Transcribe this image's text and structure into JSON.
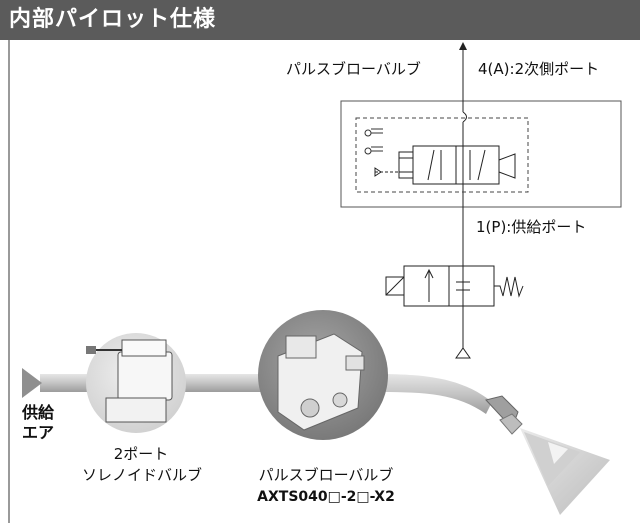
{
  "header": {
    "title": "内部パイロット仕様"
  },
  "schematic": {
    "valve_label": "パルスブローバルブ",
    "port4_label": "4(A):2次側ポート",
    "port1_label": "1(P):供給ポート"
  },
  "supply_air": {
    "line1": "供給",
    "line2": "エア"
  },
  "two_port_valve": {
    "line1": "2ポート",
    "line2": "ソレノイドバルブ"
  },
  "pulse_blow_valve": {
    "line1": "パルスブローバルブ",
    "model": "AXTS040□-2□-X2"
  },
  "icons": [
    "arrow-up-icon",
    "air-supply-triangle-icon",
    "spring-icon",
    "solenoid-icon"
  ],
  "colors": {
    "header_bg": "#5b5b5b",
    "pipe": "#c7c7c7",
    "circle_bg": "#8e8e8e"
  }
}
